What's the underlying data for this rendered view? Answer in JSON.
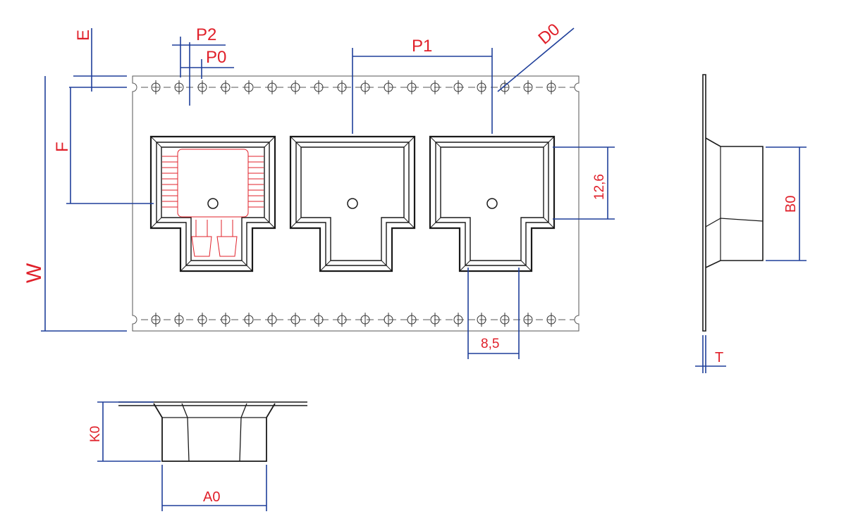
{
  "labels": {
    "E": "E",
    "P2": "P2",
    "P0": "P0",
    "P1": "P1",
    "D0": "D0",
    "F": "F",
    "W": "W",
    "cavity_height": "12,6",
    "tab_width": "8,5",
    "B0": "B0",
    "T": "T",
    "K0": "K0",
    "A0": "A0"
  },
  "colors": {
    "dimension_text": "#e0202a",
    "dimension_line": "#1f3f9a",
    "outline": "#1a1a1a"
  }
}
